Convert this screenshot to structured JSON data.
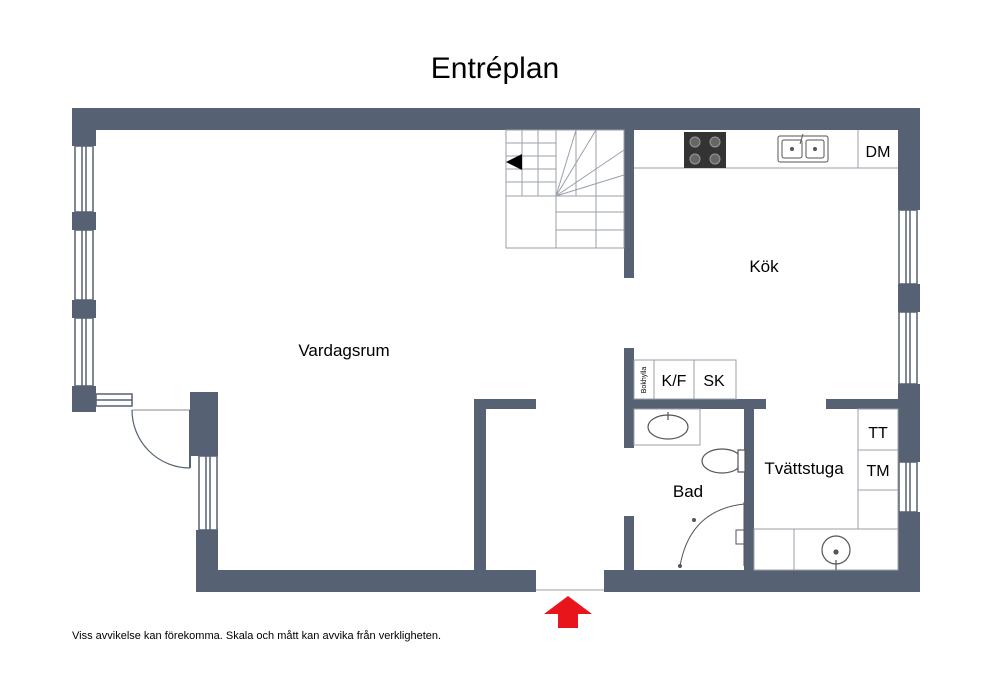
{
  "title": "Entréplan",
  "disclaimer": "Viss avvikelse kan förekomma. Skala och mått kan avvika från verkligheten.",
  "rooms": {
    "living": "Vardagsrum",
    "kitchen": "Kök",
    "bath": "Bad",
    "laundry": "Tvättstuga"
  },
  "fixtures": {
    "dishwasher": "DM",
    "fridge_freezer": "K/F",
    "cabinet": "SK",
    "bookshelf": "Bokhylla",
    "dryer": "TT",
    "washer": "TM"
  },
  "colors": {
    "wall": "#566173",
    "entrance_arrow": "#e8151b"
  },
  "icons": [
    "stove-icon",
    "sink-icon",
    "toilet-icon",
    "washbasin-icon",
    "entrance-arrow-icon"
  ]
}
